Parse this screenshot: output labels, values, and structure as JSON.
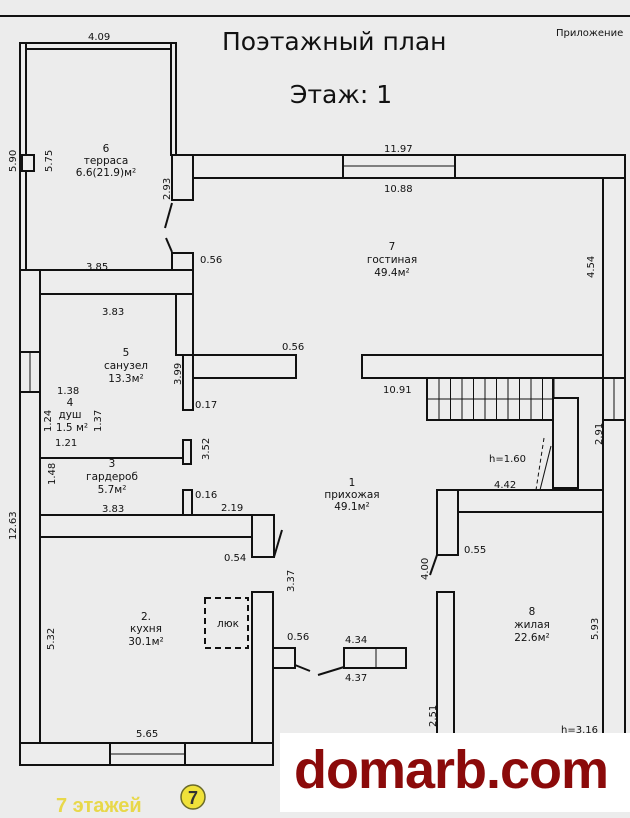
{
  "header": {
    "title": "Поэтажный план",
    "floor": "Этаж: 1",
    "appendix": "Приложение"
  },
  "rooms": [
    {
      "num": "6",
      "name": "терраса",
      "area": "6.6(21.9)м²"
    },
    {
      "num": "7",
      "name": "гостиная",
      "area": "49.4м²"
    },
    {
      "num": "5",
      "name": "санузел",
      "area": "13.3м²"
    },
    {
      "num": "4",
      "name": "душ",
      "area": "1.5 м²"
    },
    {
      "num": "3",
      "name": "гардероб",
      "area": "5.7м²"
    },
    {
      "num": "1",
      "name": "прихожая",
      "area": "49.1м²"
    },
    {
      "num": "2.",
      "name": "кухня",
      "area": "30.1м²"
    },
    {
      "num": "8",
      "name": "жилая",
      "area": "22.6м²"
    }
  ],
  "dims": {
    "d409": "4.09",
    "d590": "5.90",
    "d575": "5.75",
    "d293": "2.93",
    "d385": "3.85",
    "d056a": "0.56",
    "d1197": "11.97",
    "d1088": "10.88",
    "d454": "4.54",
    "d383a": "3.83",
    "d056b": "0.56",
    "d399": "3.99",
    "d1091": "10.91",
    "d138": "1.38",
    "d124": "1.24",
    "d137": "1.37",
    "d121": "1.21",
    "d017": "0.17",
    "d352": "3.52",
    "d291": "2.91",
    "d160": "h=1.60",
    "d148": "1.48",
    "d016": "0.16",
    "d442": "4.42",
    "d383b": "3.83",
    "d219": "2.19",
    "d1263": "12.63",
    "d054": "0.54",
    "d055": "0.55",
    "d337": "3.37",
    "d400": "4.00",
    "d532": "5.32",
    "d593": "5.93",
    "d056c": "0.56",
    "d434": "4.34",
    "d437": "4.37",
    "d251": "2.51",
    "d565": "5.65",
    "d316": "h=3.16"
  },
  "hatch": "люк",
  "watermark": "domarb.com",
  "badge": {
    "text": "7 этажей",
    "num": "7"
  }
}
